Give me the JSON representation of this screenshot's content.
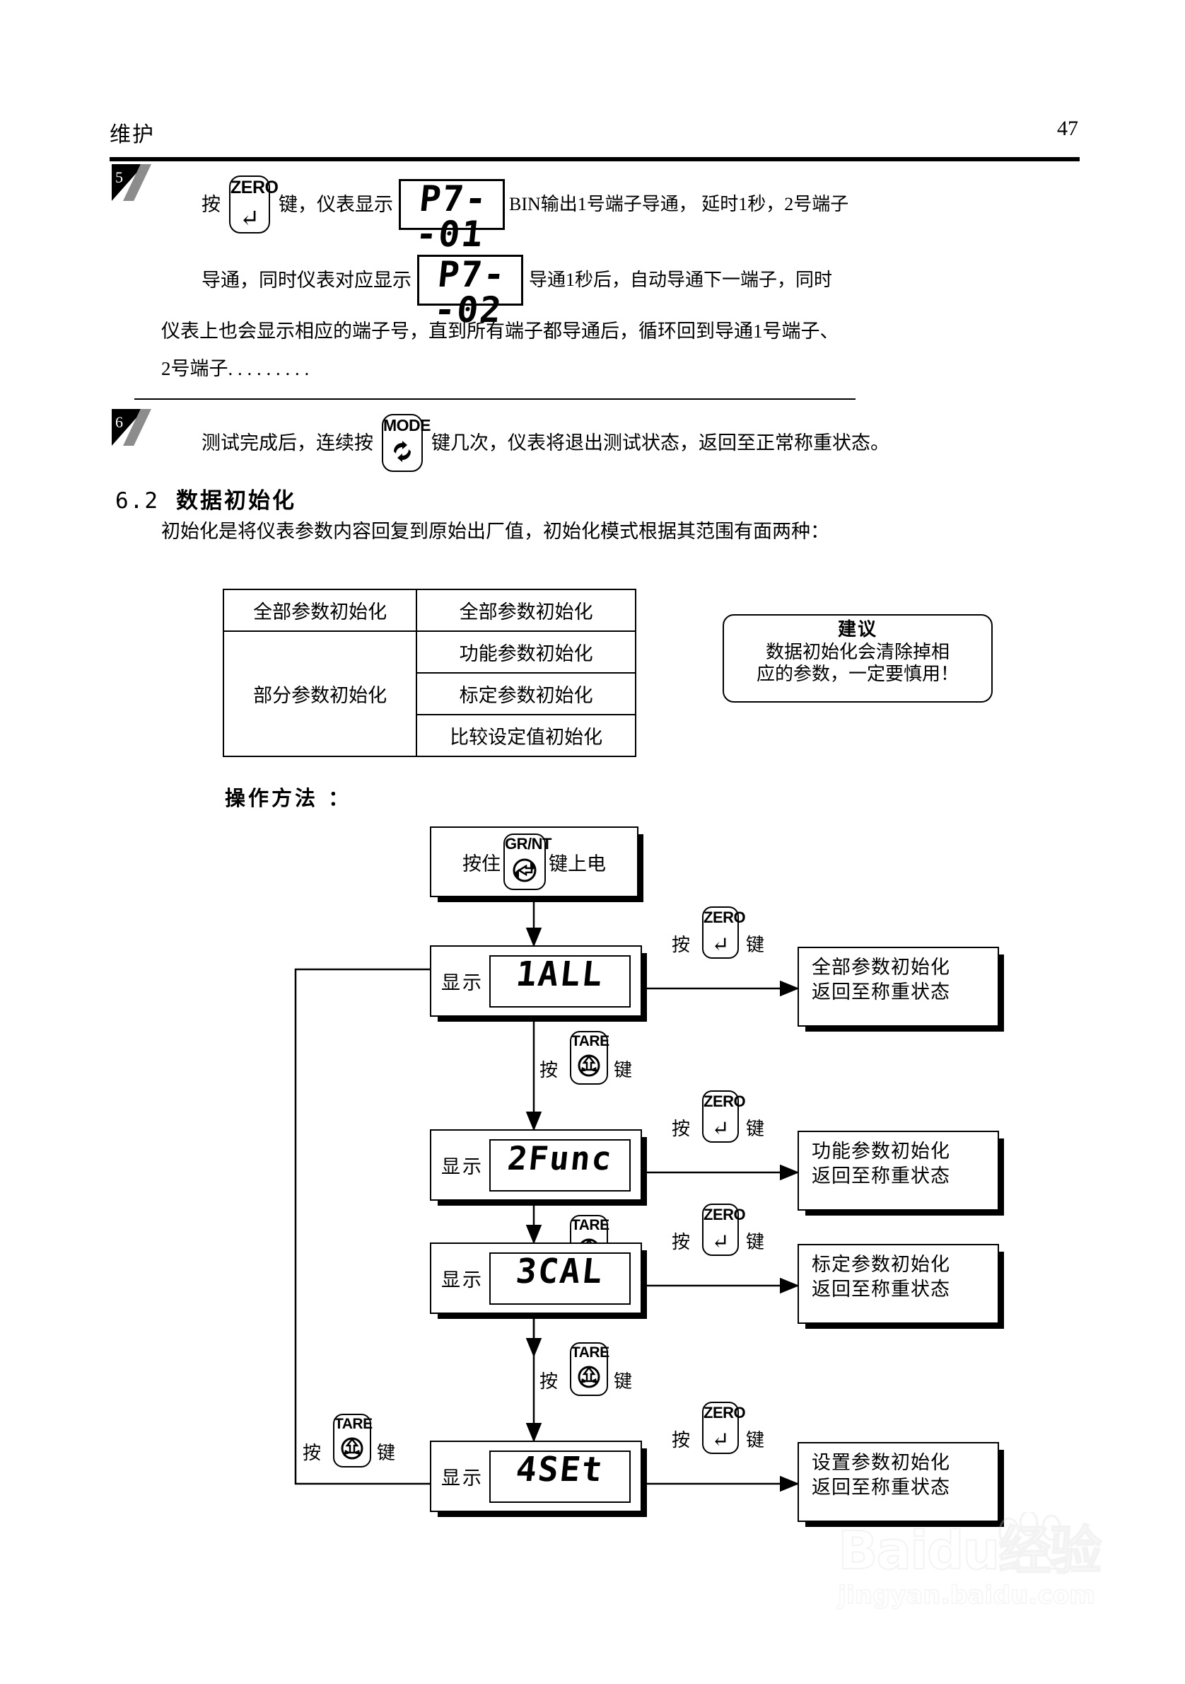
{
  "header": {
    "title": "维护",
    "page_number": "47"
  },
  "steps": [
    {
      "number": "5",
      "line1_pre": "按",
      "key1": {
        "label": "ZERO",
        "glyph": "↵",
        "name": "zero-key"
      },
      "line1_mid": "键，仪表显示",
      "display1": "P7--01",
      "line1_post": "BIN输出1号端子导通， 延时1秒，2号端子",
      "line2_pre": "导通，同时仪表对应显示",
      "display2": "P7--02",
      "line2_post": "导通1秒后，自动导通下一端子，同时",
      "line3": "仪表上也会显示相应的端子号，直到所有端子都导通后，循环回到导通1号端子、",
      "line4": "2号端子. . . . . . . . ."
    },
    {
      "number": "6",
      "line1_pre": "测试完成后，连续按",
      "key1": {
        "label": "MODE",
        "name": "mode-key"
      },
      "line1_post": "键几次，仪表将退出测试状态，返回至正常称重状态。"
    }
  ],
  "section": {
    "number": "6.2",
    "title": "数据初始化",
    "intro": "初始化是将仪表参数内容回复到原始出厂值，初始化模式根据其范围有面两种："
  },
  "param_table": {
    "rows": [
      {
        "left": "全部参数初始化",
        "right": "全部参数初始化",
        "rowspan": 1
      },
      {
        "left": "部分参数初始化",
        "right": "功能参数初始化",
        "rowspan": 3
      },
      {
        "left": "",
        "right": "标定参数初始化",
        "rowspan": 0
      },
      {
        "left": "",
        "right": "比较设定值初始化",
        "rowspan": 0
      }
    ]
  },
  "advice": {
    "title": "建议",
    "line1": "数据初始化会清除掉相",
    "line2": "应的参数，一定要慎用！"
  },
  "operation": {
    "label": "操作方法 ："
  },
  "flow": {
    "start": {
      "pre": "按住",
      "key": {
        "label": "GR/NT",
        "name": "grnt-key"
      },
      "post": "键上电"
    },
    "display_prefix": "显示",
    "press_label": "按",
    "key_label": "键",
    "nodes": [
      {
        "display": "1ALL",
        "zero_key": "ZERO",
        "result_line1": "全部参数初始化",
        "result_line2": "返回至称重状态",
        "next_key": "TARE"
      },
      {
        "display": "2Func",
        "zero_key": "ZERO",
        "result_line1": "功能参数初始化",
        "result_line2": "返回至称重状态",
        "next_key": "TARE"
      },
      {
        "display": "3CAL",
        "zero_key": "ZERO",
        "result_line1": "标定参数初始化",
        "result_line2": "返回至称重状态",
        "next_key": "TARE"
      },
      {
        "display": "4SEt",
        "zero_key": "ZERO",
        "result_line1": "设置参数初始化",
        "result_line2": "返回至称重状态",
        "next_key": "TARE"
      }
    ],
    "loop_back": {
      "pre": "按",
      "key": {
        "label": "TARE",
        "name": "tare-key"
      },
      "post": "键"
    }
  },
  "watermark": {
    "main": "Baidu经验",
    "sub": "jingyan.baidu.com"
  }
}
